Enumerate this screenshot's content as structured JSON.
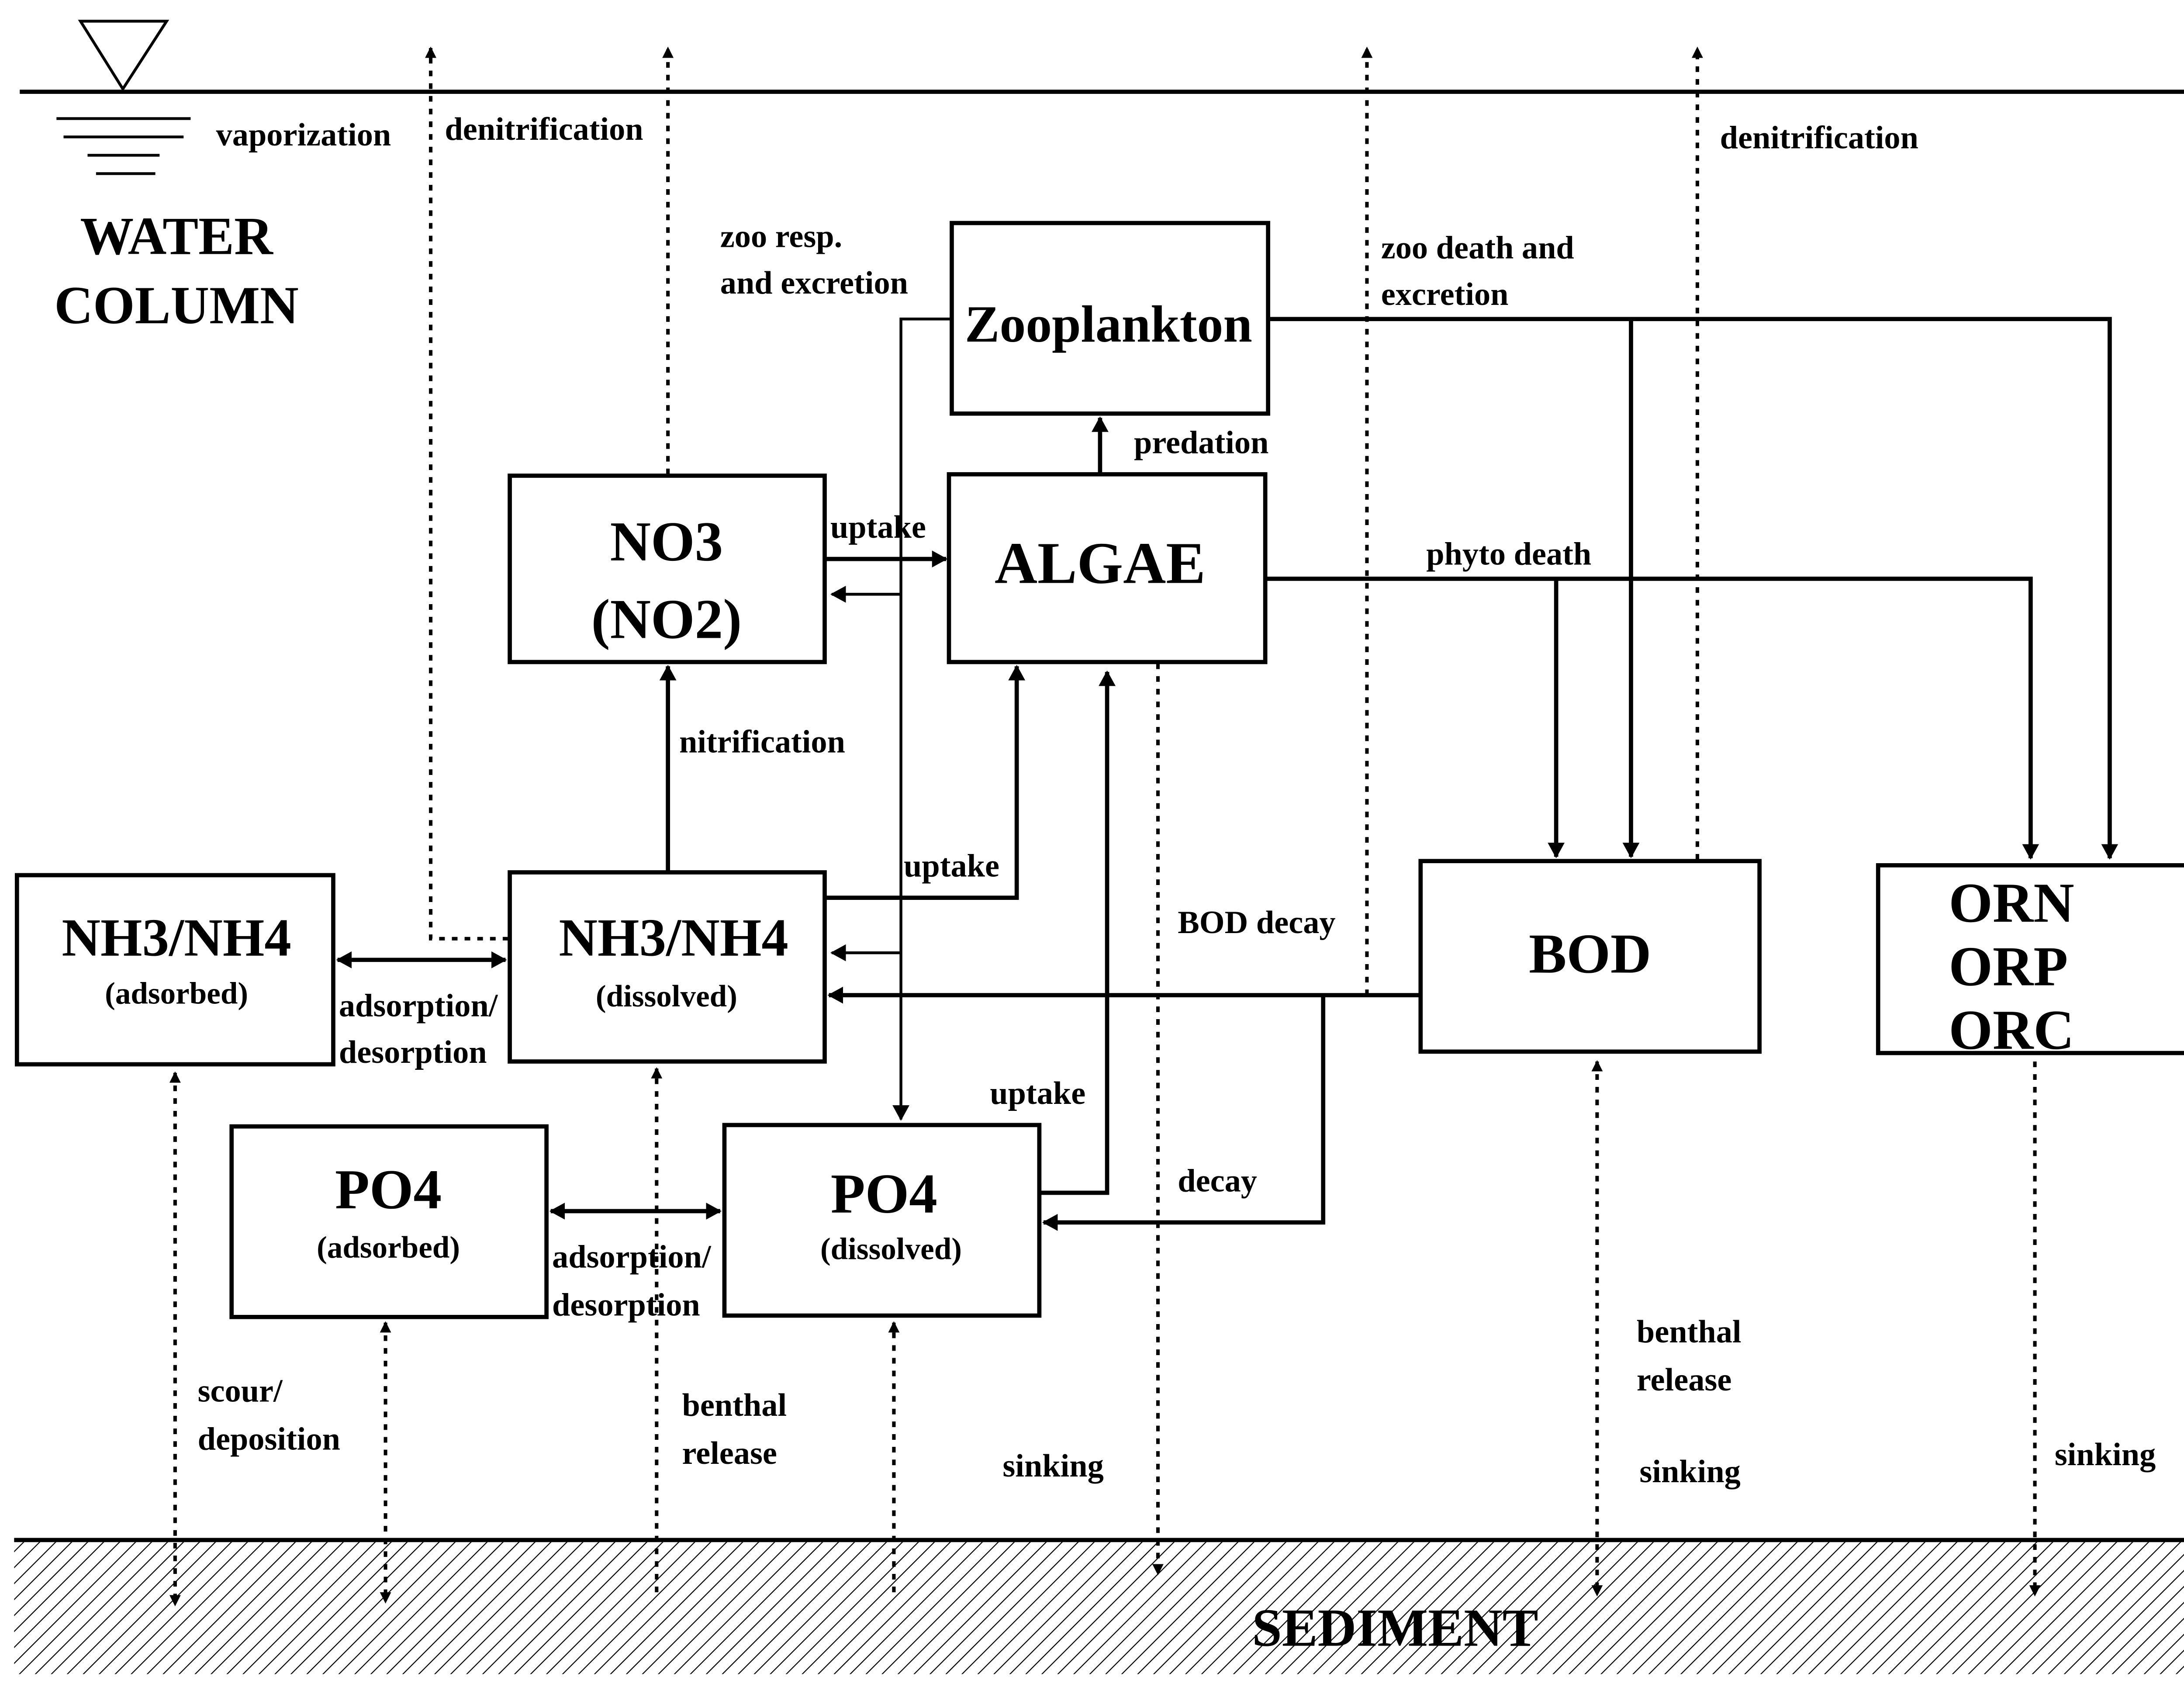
{
  "water_column": {
    "line1": "WATER",
    "line2": "COLUMN"
  },
  "sediment": "SEDIMENT",
  "boxes": {
    "zooplankton": "Zooplankton",
    "algae": "ALGAE",
    "no3": {
      "line1": "NO3",
      "line2": "(NO2)"
    },
    "nh3_dissolved": {
      "title": "NH3/NH4",
      "sub": "(dissolved)"
    },
    "nh3_adsorbed": {
      "title": "NH3/NH4",
      "sub": "(adsorbed)"
    },
    "po4_dissolved": {
      "title": "PO4",
      "sub": "(dissolved)"
    },
    "po4_adsorbed": {
      "title": "PO4",
      "sub": "(adsorbed)"
    },
    "bod": "BOD",
    "organics": {
      "line1": "ORN",
      "line2": "ORP",
      "line3": "ORC"
    }
  },
  "labels": {
    "vaporization": "vaporization",
    "denitrification_left": "denitrification",
    "denitrification_right": "denitrification",
    "zoo_resp_1": "zoo resp.",
    "zoo_resp_2": "and excretion",
    "zoo_death_1": "zoo death and",
    "zoo_death_2": "excretion",
    "predation": "predation",
    "uptake_no3": "uptake",
    "phyto_death": "phyto death",
    "nitrification": "nitrification",
    "uptake_nh3": "uptake",
    "bod_decay": "BOD decay",
    "adsorption_nh3_1": "adsorption/",
    "adsorption_nh3_2": "desorption",
    "uptake_po4": "uptake",
    "decay": "decay",
    "adsorption_po4_1": "adsorption/",
    "adsorption_po4_2": "desorption",
    "scour_1": "scour/",
    "scour_2": "deposition",
    "benthal_left_1": "benthal",
    "benthal_left_2": "release",
    "sinking_algae": "sinking",
    "benthal_right_1": "benthal",
    "benthal_right_2": "release",
    "sinking_bod": "sinking",
    "sinking_org": "sinking"
  }
}
